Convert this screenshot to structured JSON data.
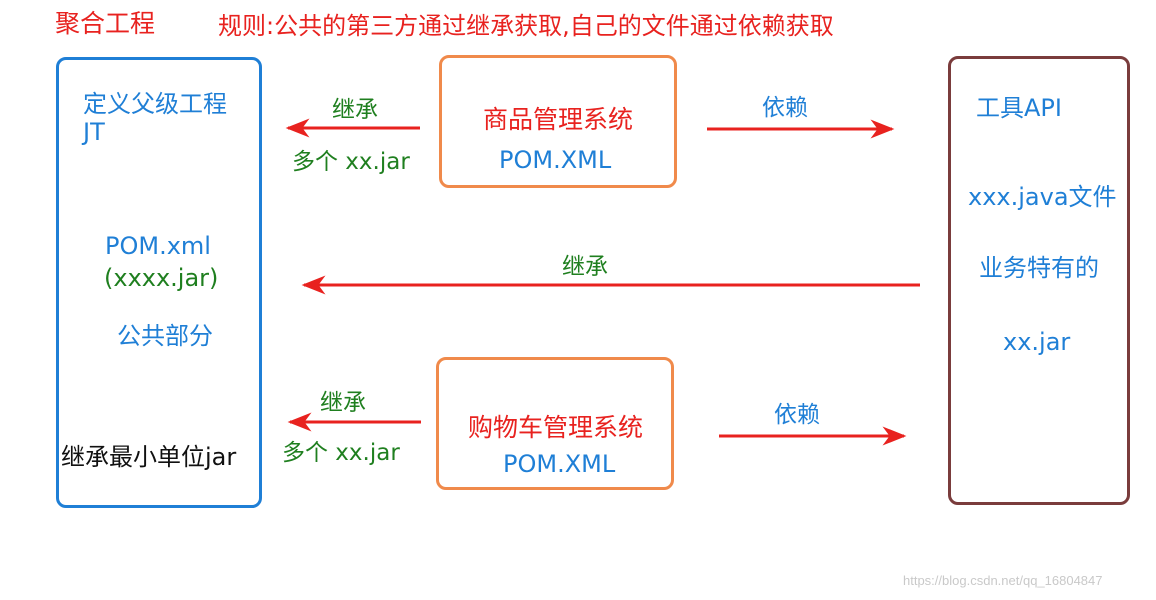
{
  "header": {
    "title": "聚合工程",
    "rule": "规则:公共的第三方通过继承获取,自己的文件通过依赖获取"
  },
  "parent_box": {
    "line1": "定义父级工程",
    "line2": "JT",
    "pom": "POM.xml",
    "jar": "(xxxx.jar)",
    "common": "公共部分",
    "min_unit": "继承最小单位jar"
  },
  "product_box": {
    "name": "商品管理系统",
    "pom": "POM.XML"
  },
  "cart_box": {
    "name": "购物车管理系统",
    "pom": "POM.XML"
  },
  "tool_box": {
    "title": "工具API",
    "java": "xxx.java文件",
    "business": "业务特有的",
    "jar": "xx.jar"
  },
  "arrows": {
    "inherit_top": "继承",
    "jars_top": "多个 xx.jar",
    "depend_top": "依赖",
    "inherit_mid": "继承",
    "inherit_bottom": "继承",
    "jars_bottom": "多个 xx.jar",
    "depend_bottom": "依赖"
  },
  "watermark": "https://blog.csdn.net/qq_16804847",
  "colors": {
    "red": "#e8221f",
    "blue": "#1f7fd6",
    "green": "#1f7f1f",
    "orange": "#f08a4b",
    "brown": "#7a3c3c"
  }
}
